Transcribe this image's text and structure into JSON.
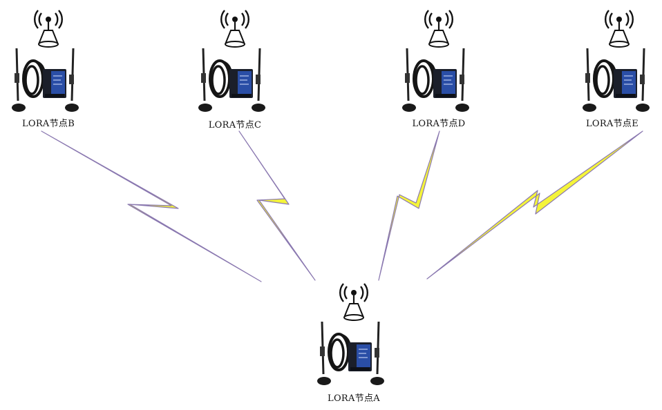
{
  "colors": {
    "bolt_fill": "#f4f43a",
    "bolt_edge": "#8a78b0",
    "device_blue": "#2a4ea6",
    "device_dark": "#1b1f2a"
  },
  "icons": [
    "antenna-signal-icon",
    "lora-device-icon",
    "wireless-link-bolt-icon"
  ],
  "nodes": [
    {
      "id": "B",
      "label": "LORA节点B"
    },
    {
      "id": "C",
      "label": "LORA节点C"
    },
    {
      "id": "D",
      "label": "LORA节点D"
    },
    {
      "id": "E",
      "label": "LORA节点E"
    },
    {
      "id": "A",
      "label": "LORA节点A"
    }
  ],
  "links": [
    {
      "from": "B",
      "to": "A"
    },
    {
      "from": "C",
      "to": "A"
    },
    {
      "from": "D",
      "to": "A"
    },
    {
      "from": "E",
      "to": "A"
    }
  ]
}
